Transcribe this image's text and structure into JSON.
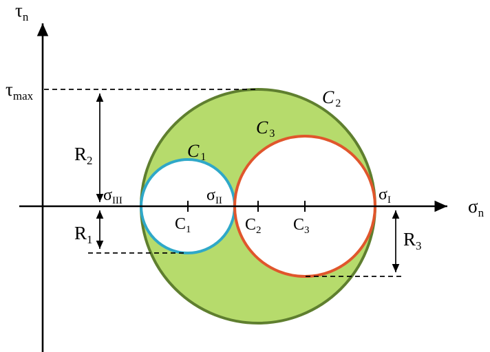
{
  "colors": {
    "axis": "#000000",
    "dashed": "#000000",
    "background": "#ffffff",
    "region_fill": "#b6db6c",
    "circle2_stroke": "#5f7f2f",
    "circle1_stroke": "#2fa8c8",
    "circle3_stroke": "#e0562c",
    "inner_fill": "#ffffff"
  },
  "axes": {
    "y_label_main": "τ",
    "y_label_sub": "n",
    "x_label_main": "σ",
    "x_label_sub": "n"
  },
  "annotations": {
    "tau_max_main": "τ",
    "tau_max_sub": "max",
    "r1_main": "R",
    "r1_sub": "1",
    "r2_main": "R",
    "r2_sub": "2",
    "r3_main": "R",
    "r3_sub": "3"
  },
  "axis_points": {
    "sigma3_main": "σ",
    "sigma3_sub": "III",
    "sigma2_main": "σ",
    "sigma2_sub": "II",
    "sigma1_main": "σ",
    "sigma1_sub": "I"
  },
  "centers": {
    "c1_main": "C",
    "c1_sub": "1",
    "c2_main": "C",
    "c2_sub": "2",
    "c3_main": "C",
    "c3_sub": "3"
  },
  "circle_labels": {
    "c1_main": "C",
    "c1_sub": "1",
    "c2_main": "C",
    "c2_sub": "2",
    "c3_main": "C",
    "c3_sub": "3"
  }
}
